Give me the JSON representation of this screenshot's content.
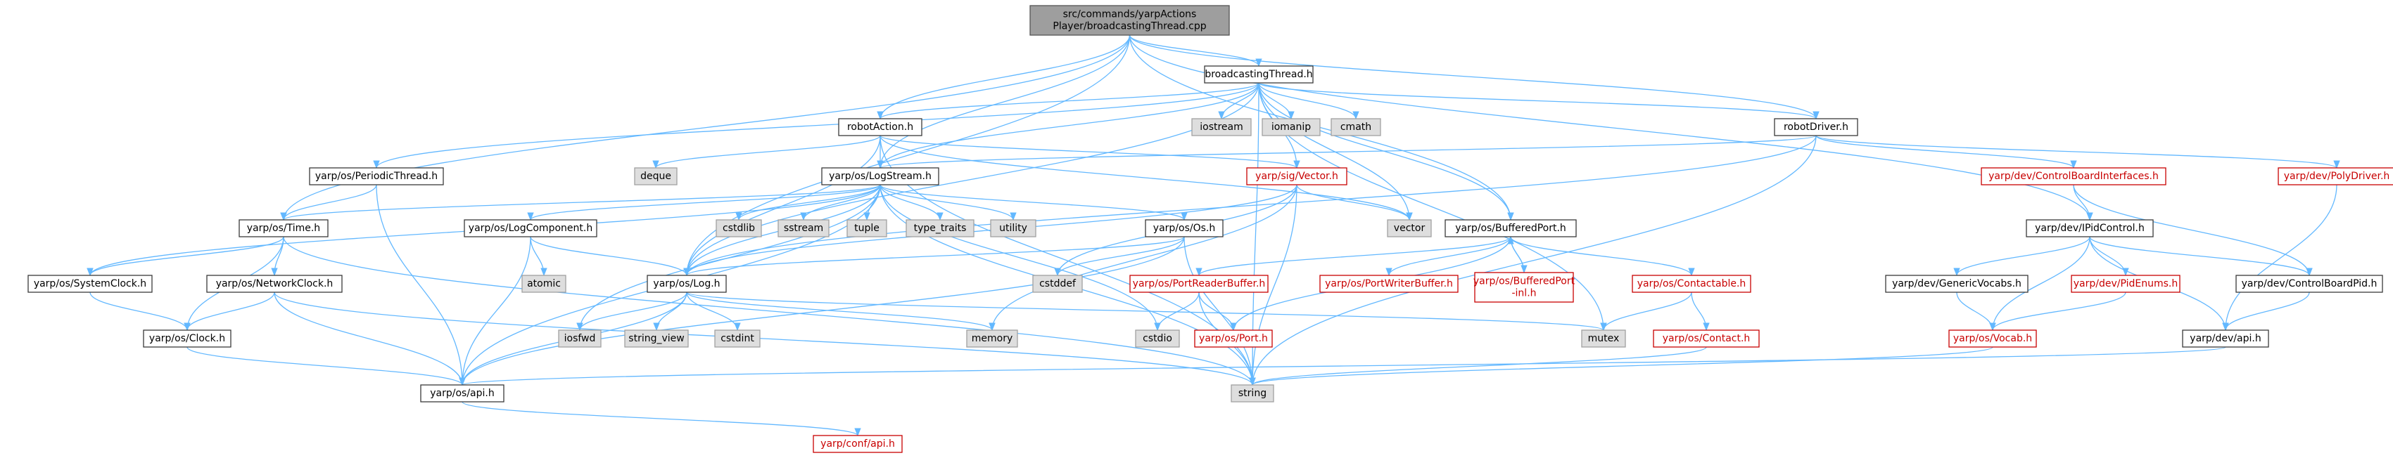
{
  "colors": {
    "normal_fill": "#ffffff",
    "normal_stroke": "#3a3a3a",
    "root_fill": "#9e9e9e",
    "root_stroke": "#555555",
    "system_fill": "#dedede",
    "system_stroke": "#a0a0a0",
    "missing_stroke": "#c80000",
    "edge": "#63b8ff",
    "text": "#000000",
    "missing_text": "#c80000"
  },
  "nodes": [
    {
      "id": "root",
      "lines": [
        "src/commands/yarpActions",
        "Player/broadcastingThread.cpp"
      ],
      "kind": "root"
    },
    {
      "id": "broadcastingThread",
      "lines": [
        "broadcastingThread.h"
      ],
      "kind": "normal"
    },
    {
      "id": "robotAction",
      "lines": [
        "robotAction.h"
      ],
      "kind": "normal"
    },
    {
      "id": "robotDriver",
      "lines": [
        "robotDriver.h"
      ],
      "kind": "normal"
    },
    {
      "id": "iostream",
      "lines": [
        "iostream"
      ],
      "kind": "system"
    },
    {
      "id": "iomanip",
      "lines": [
        "iomanip"
      ],
      "kind": "system"
    },
    {
      "id": "cmath",
      "lines": [
        "cmath"
      ],
      "kind": "system"
    },
    {
      "id": "periodicThread",
      "lines": [
        "yarp/os/PeriodicThread.h"
      ],
      "kind": "normal"
    },
    {
      "id": "deque",
      "lines": [
        "deque"
      ],
      "kind": "system"
    },
    {
      "id": "logStream",
      "lines": [
        "yarp/os/LogStream.h"
      ],
      "kind": "normal"
    },
    {
      "id": "sigVector",
      "lines": [
        "yarp/sig/Vector.h"
      ],
      "kind": "missing"
    },
    {
      "id": "cbInterfaces",
      "lines": [
        "yarp/dev/ControlBoardInterfaces.h"
      ],
      "kind": "missing"
    },
    {
      "id": "polyDriver",
      "lines": [
        "yarp/dev/PolyDriver.h"
      ],
      "kind": "missing"
    },
    {
      "id": "time",
      "lines": [
        "yarp/os/Time.h"
      ],
      "kind": "normal"
    },
    {
      "id": "logComponent",
      "lines": [
        "yarp/os/LogComponent.h"
      ],
      "kind": "normal"
    },
    {
      "id": "cstdlib",
      "lines": [
        "cstdlib"
      ],
      "kind": "system"
    },
    {
      "id": "sstream",
      "lines": [
        "sstream"
      ],
      "kind": "system"
    },
    {
      "id": "tuple",
      "lines": [
        "tuple"
      ],
      "kind": "system"
    },
    {
      "id": "typeTraits",
      "lines": [
        "type_traits"
      ],
      "kind": "system"
    },
    {
      "id": "utility",
      "lines": [
        "utility"
      ],
      "kind": "system"
    },
    {
      "id": "osOs",
      "lines": [
        "yarp/os/Os.h"
      ],
      "kind": "normal"
    },
    {
      "id": "vector",
      "lines": [
        "vector"
      ],
      "kind": "system"
    },
    {
      "id": "bufferedPort",
      "lines": [
        "yarp/os/BufferedPort.h"
      ],
      "kind": "normal"
    },
    {
      "id": "iPidControl",
      "lines": [
        "yarp/dev/IPidControl.h"
      ],
      "kind": "normal"
    },
    {
      "id": "systemClock",
      "lines": [
        "yarp/os/SystemClock.h"
      ],
      "kind": "normal"
    },
    {
      "id": "networkClock",
      "lines": [
        "yarp/os/NetworkClock.h"
      ],
      "kind": "normal"
    },
    {
      "id": "atomic",
      "lines": [
        "atomic"
      ],
      "kind": "system"
    },
    {
      "id": "log",
      "lines": [
        "yarp/os/Log.h"
      ],
      "kind": "normal"
    },
    {
      "id": "cstddef",
      "lines": [
        "cstddef"
      ],
      "kind": "system"
    },
    {
      "id": "portReaderBuffer",
      "lines": [
        "yarp/os/PortReaderBuffer.h"
      ],
      "kind": "missing"
    },
    {
      "id": "portWriterBuffer",
      "lines": [
        "yarp/os/PortWriterBuffer.h"
      ],
      "kind": "missing"
    },
    {
      "id": "bufferedPortInl",
      "lines": [
        "yarp/os/BufferedPort",
        "-inl.h"
      ],
      "kind": "missing"
    },
    {
      "id": "contactable",
      "lines": [
        "yarp/os/Contactable.h"
      ],
      "kind": "missing"
    },
    {
      "id": "genericVocabs",
      "lines": [
        "yarp/dev/GenericVocabs.h"
      ],
      "kind": "normal"
    },
    {
      "id": "pidEnums",
      "lines": [
        "yarp/dev/PidEnums.h"
      ],
      "kind": "missing"
    },
    {
      "id": "controlBoardPid",
      "lines": [
        "yarp/dev/ControlBoardPid.h"
      ],
      "kind": "normal"
    },
    {
      "id": "clock",
      "lines": [
        "yarp/os/Clock.h"
      ],
      "kind": "normal"
    },
    {
      "id": "iosfwd",
      "lines": [
        "iosfwd"
      ],
      "kind": "system"
    },
    {
      "id": "stringView",
      "lines": [
        "string_view"
      ],
      "kind": "system"
    },
    {
      "id": "cstdint",
      "lines": [
        "cstdint"
      ],
      "kind": "system"
    },
    {
      "id": "memory",
      "lines": [
        "memory"
      ],
      "kind": "system"
    },
    {
      "id": "cstdio",
      "lines": [
        "cstdio"
      ],
      "kind": "system"
    },
    {
      "id": "port",
      "lines": [
        "yarp/os/Port.h"
      ],
      "kind": "missing"
    },
    {
      "id": "mutex",
      "lines": [
        "mutex"
      ],
      "kind": "system"
    },
    {
      "id": "contact",
      "lines": [
        "yarp/os/Contact.h"
      ],
      "kind": "missing"
    },
    {
      "id": "vocab",
      "lines": [
        "yarp/os/Vocab.h"
      ],
      "kind": "missing"
    },
    {
      "id": "devApi",
      "lines": [
        "yarp/dev/api.h"
      ],
      "kind": "normal"
    },
    {
      "id": "string",
      "lines": [
        "string"
      ],
      "kind": "system"
    },
    {
      "id": "osApi",
      "lines": [
        "yarp/os/api.h"
      ],
      "kind": "normal"
    },
    {
      "id": "confApi",
      "lines": [
        "yarp/conf/api.h"
      ],
      "kind": "missing"
    }
  ],
  "edges": [
    [
      "root",
      "broadcastingThread"
    ],
    [
      "root",
      "robotAction"
    ],
    [
      "root",
      "robotDriver"
    ],
    [
      "root",
      "logStream"
    ],
    [
      "root",
      "time"
    ],
    [
      "root",
      "log"
    ],
    [
      "root",
      "bufferedPort"
    ],
    [
      "root",
      "iPidControl"
    ],
    [
      "broadcastingThread",
      "robotAction"
    ],
    [
      "broadcastingThread",
      "robotDriver"
    ],
    [
      "broadcastingThread",
      "iostream"
    ],
    [
      "broadcastingThread",
      "iomanip"
    ],
    [
      "broadcastingThread",
      "cmath"
    ],
    [
      "broadcastingThread",
      "periodicThread"
    ],
    [
      "broadcastingThread",
      "logStream"
    ],
    [
      "broadcastingThread",
      "sigVector"
    ],
    [
      "broadcastingThread",
      "vector"
    ],
    [
      "broadcastingThread",
      "bufferedPort"
    ],
    [
      "broadcastingThread",
      "log"
    ],
    [
      "broadcastingThread",
      "mutex"
    ],
    [
      "broadcastingThread",
      "string"
    ],
    [
      "robotAction",
      "deque"
    ],
    [
      "robotAction",
      "logStream"
    ],
    [
      "robotAction",
      "sigVector"
    ],
    [
      "robotAction",
      "log"
    ],
    [
      "robotAction",
      "vector"
    ],
    [
      "robotAction",
      "string"
    ],
    [
      "robotDriver",
      "cbInterfaces"
    ],
    [
      "robotDriver",
      "polyDriver"
    ],
    [
      "robotDriver",
      "logStream"
    ],
    [
      "robotDriver",
      "log"
    ],
    [
      "robotDriver",
      "string"
    ],
    [
      "periodicThread",
      "time"
    ],
    [
      "periodicThread",
      "osApi"
    ],
    [
      "logStream",
      "time"
    ],
    [
      "logStream",
      "logComponent"
    ],
    [
      "logStream",
      "cstdlib"
    ],
    [
      "logStream",
      "sstream"
    ],
    [
      "logStream",
      "tuple"
    ],
    [
      "logStream",
      "typeTraits"
    ],
    [
      "logStream",
      "utility"
    ],
    [
      "logStream",
      "osOs"
    ],
    [
      "logStream",
      "log"
    ],
    [
      "logStream",
      "systemClock"
    ],
    [
      "logStream",
      "iosfwd"
    ],
    [
      "logStream",
      "osApi"
    ],
    [
      "logStream",
      "string"
    ],
    [
      "logStream",
      "cstdio"
    ],
    [
      "sigVector",
      "vector"
    ],
    [
      "sigVector",
      "log"
    ],
    [
      "sigVector",
      "cstddef"
    ],
    [
      "sigVector",
      "memory"
    ],
    [
      "sigVector",
      "string"
    ],
    [
      "cbInterfaces",
      "iPidControl"
    ],
    [
      "cbInterfaces",
      "controlBoardPid"
    ],
    [
      "polyDriver",
      "devApi"
    ],
    [
      "time",
      "systemClock"
    ],
    [
      "time",
      "networkClock"
    ],
    [
      "time",
      "clock"
    ],
    [
      "time",
      "string"
    ],
    [
      "logComponent",
      "atomic"
    ],
    [
      "logComponent",
      "log"
    ],
    [
      "logComponent",
      "osApi"
    ],
    [
      "osOs",
      "log"
    ],
    [
      "osOs",
      "cstddef"
    ],
    [
      "osOs",
      "osApi"
    ],
    [
      "osOs",
      "string"
    ],
    [
      "bufferedPort",
      "portReaderBuffer"
    ],
    [
      "bufferedPort",
      "portWriterBuffer"
    ],
    [
      "bufferedPort",
      "bufferedPortInl"
    ],
    [
      "bufferedPort",
      "contactable"
    ],
    [
      "bufferedPort",
      "port"
    ],
    [
      "bufferedPortInl",
      "bufferedPort"
    ],
    [
      "iPidControl",
      "genericVocabs"
    ],
    [
      "iPidControl",
      "pidEnums"
    ],
    [
      "iPidControl",
      "controlBoardPid"
    ],
    [
      "iPidControl",
      "vocab"
    ],
    [
      "iPidControl",
      "devApi"
    ],
    [
      "systemClock",
      "clock"
    ],
    [
      "networkClock",
      "clock"
    ],
    [
      "networkClock",
      "osApi"
    ],
    [
      "networkClock",
      "string"
    ],
    [
      "log",
      "iosfwd"
    ],
    [
      "log",
      "stringView"
    ],
    [
      "log",
      "cstdint"
    ],
    [
      "log",
      "memory"
    ],
    [
      "log",
      "osApi"
    ],
    [
      "log",
      "mutex"
    ],
    [
      "portReaderBuffer",
      "cstdio"
    ],
    [
      "portReaderBuffer",
      "port"
    ],
    [
      "portReaderBuffer",
      "string"
    ],
    [
      "contactable",
      "mutex"
    ],
    [
      "contactable",
      "contact"
    ],
    [
      "genericVocabs",
      "vocab"
    ],
    [
      "pidEnums",
      "vocab"
    ],
    [
      "controlBoardPid",
      "devApi"
    ],
    [
      "clock",
      "osApi"
    ],
    [
      "contact",
      "string"
    ],
    [
      "vocab",
      "string"
    ],
    [
      "devApi",
      "osApi"
    ],
    [
      "osApi",
      "confApi"
    ]
  ]
}
